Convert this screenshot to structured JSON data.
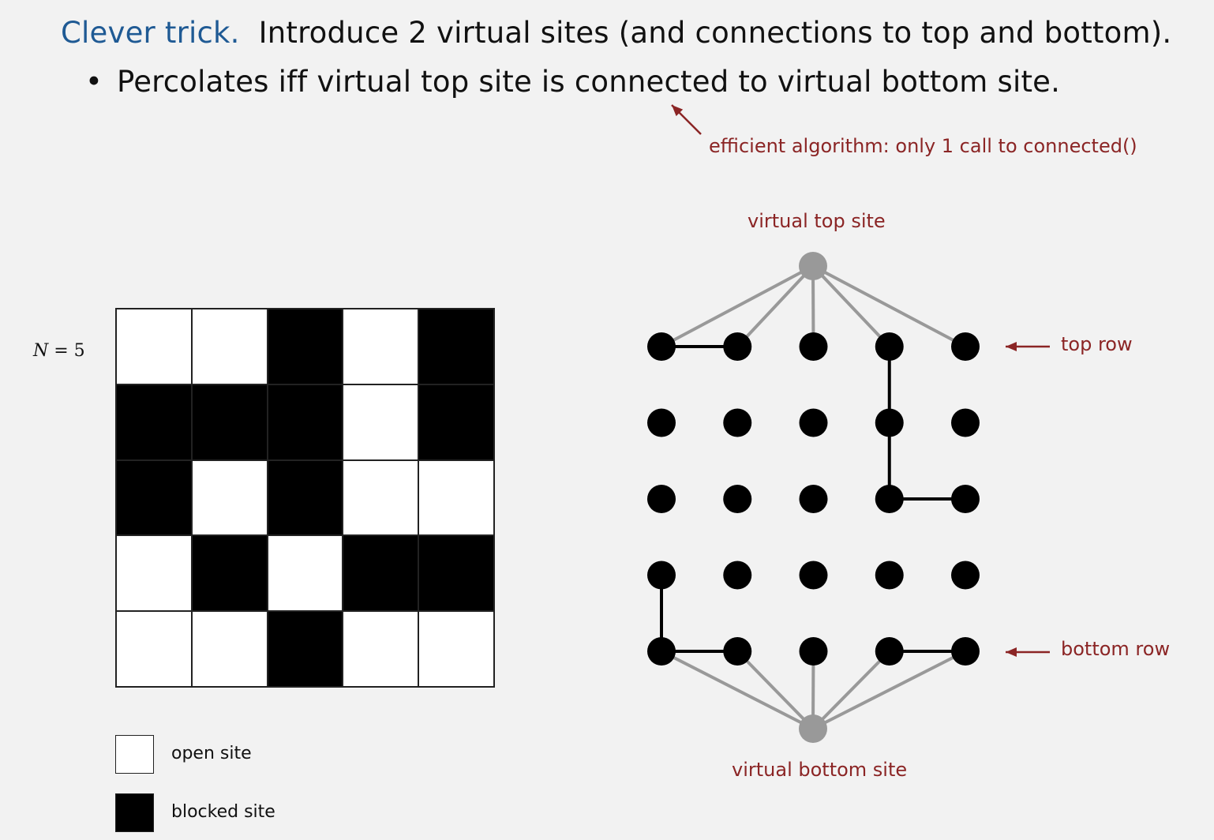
{
  "heading": {
    "accent": "Clever trick.",
    "text": "Introduce 2 virtual sites (and connections to top and bottom)."
  },
  "bullet": {
    "marker": "•",
    "text": "Percolates iff virtual top site is connected to virtual bottom site."
  },
  "annotations": {
    "efficient": "efficient algorithm: only 1 call to connected()",
    "virtual_top": "virtual top site",
    "virtual_bottom": "virtual bottom site",
    "top_row": "top row",
    "bottom_row": "bottom row"
  },
  "grid": {
    "n_italic": "N",
    "n_rest": " = 5",
    "rows": [
      [
        "open",
        "open",
        "blocked",
        "open",
        "blocked"
      ],
      [
        "blocked",
        "blocked",
        "blocked",
        "open",
        "blocked"
      ],
      [
        "blocked",
        "open",
        "blocked",
        "open",
        "open"
      ],
      [
        "open",
        "blocked",
        "open",
        "blocked",
        "blocked"
      ],
      [
        "open",
        "open",
        "blocked",
        "open",
        "open"
      ]
    ]
  },
  "legend": {
    "open": "open site",
    "blocked": "blocked site"
  },
  "graph": {
    "black_edges": [
      [
        [
          0,
          0
        ],
        [
          0,
          1
        ]
      ],
      [
        [
          0,
          3
        ],
        [
          1,
          3
        ]
      ],
      [
        [
          1,
          3
        ],
        [
          2,
          3
        ]
      ],
      [
        [
          2,
          3
        ],
        [
          2,
          4
        ]
      ],
      [
        [
          3,
          0
        ],
        [
          4,
          0
        ]
      ],
      [
        [
          4,
          0
        ],
        [
          4,
          1
        ]
      ],
      [
        [
          4,
          3
        ],
        [
          4,
          4
        ]
      ]
    ],
    "colors": {
      "node": "#000000",
      "virtual": "#999999",
      "virtual_edge": "#999999",
      "annotation": "#8b2525"
    }
  }
}
